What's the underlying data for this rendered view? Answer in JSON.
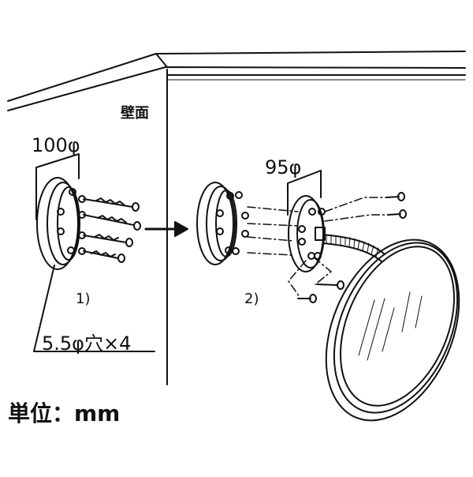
{
  "labels": {
    "wall": "壁面",
    "dim_base": "100φ",
    "dim_mount": "95φ",
    "step_1": "1)",
    "step_2": "2)",
    "hole_note": "5.5φ穴×4",
    "unit": "単位：mm"
  },
  "colors": {
    "line": "#111111",
    "background": "#ffffff"
  },
  "icons": [
    "arrow-right-icon",
    "screw-icon"
  ]
}
